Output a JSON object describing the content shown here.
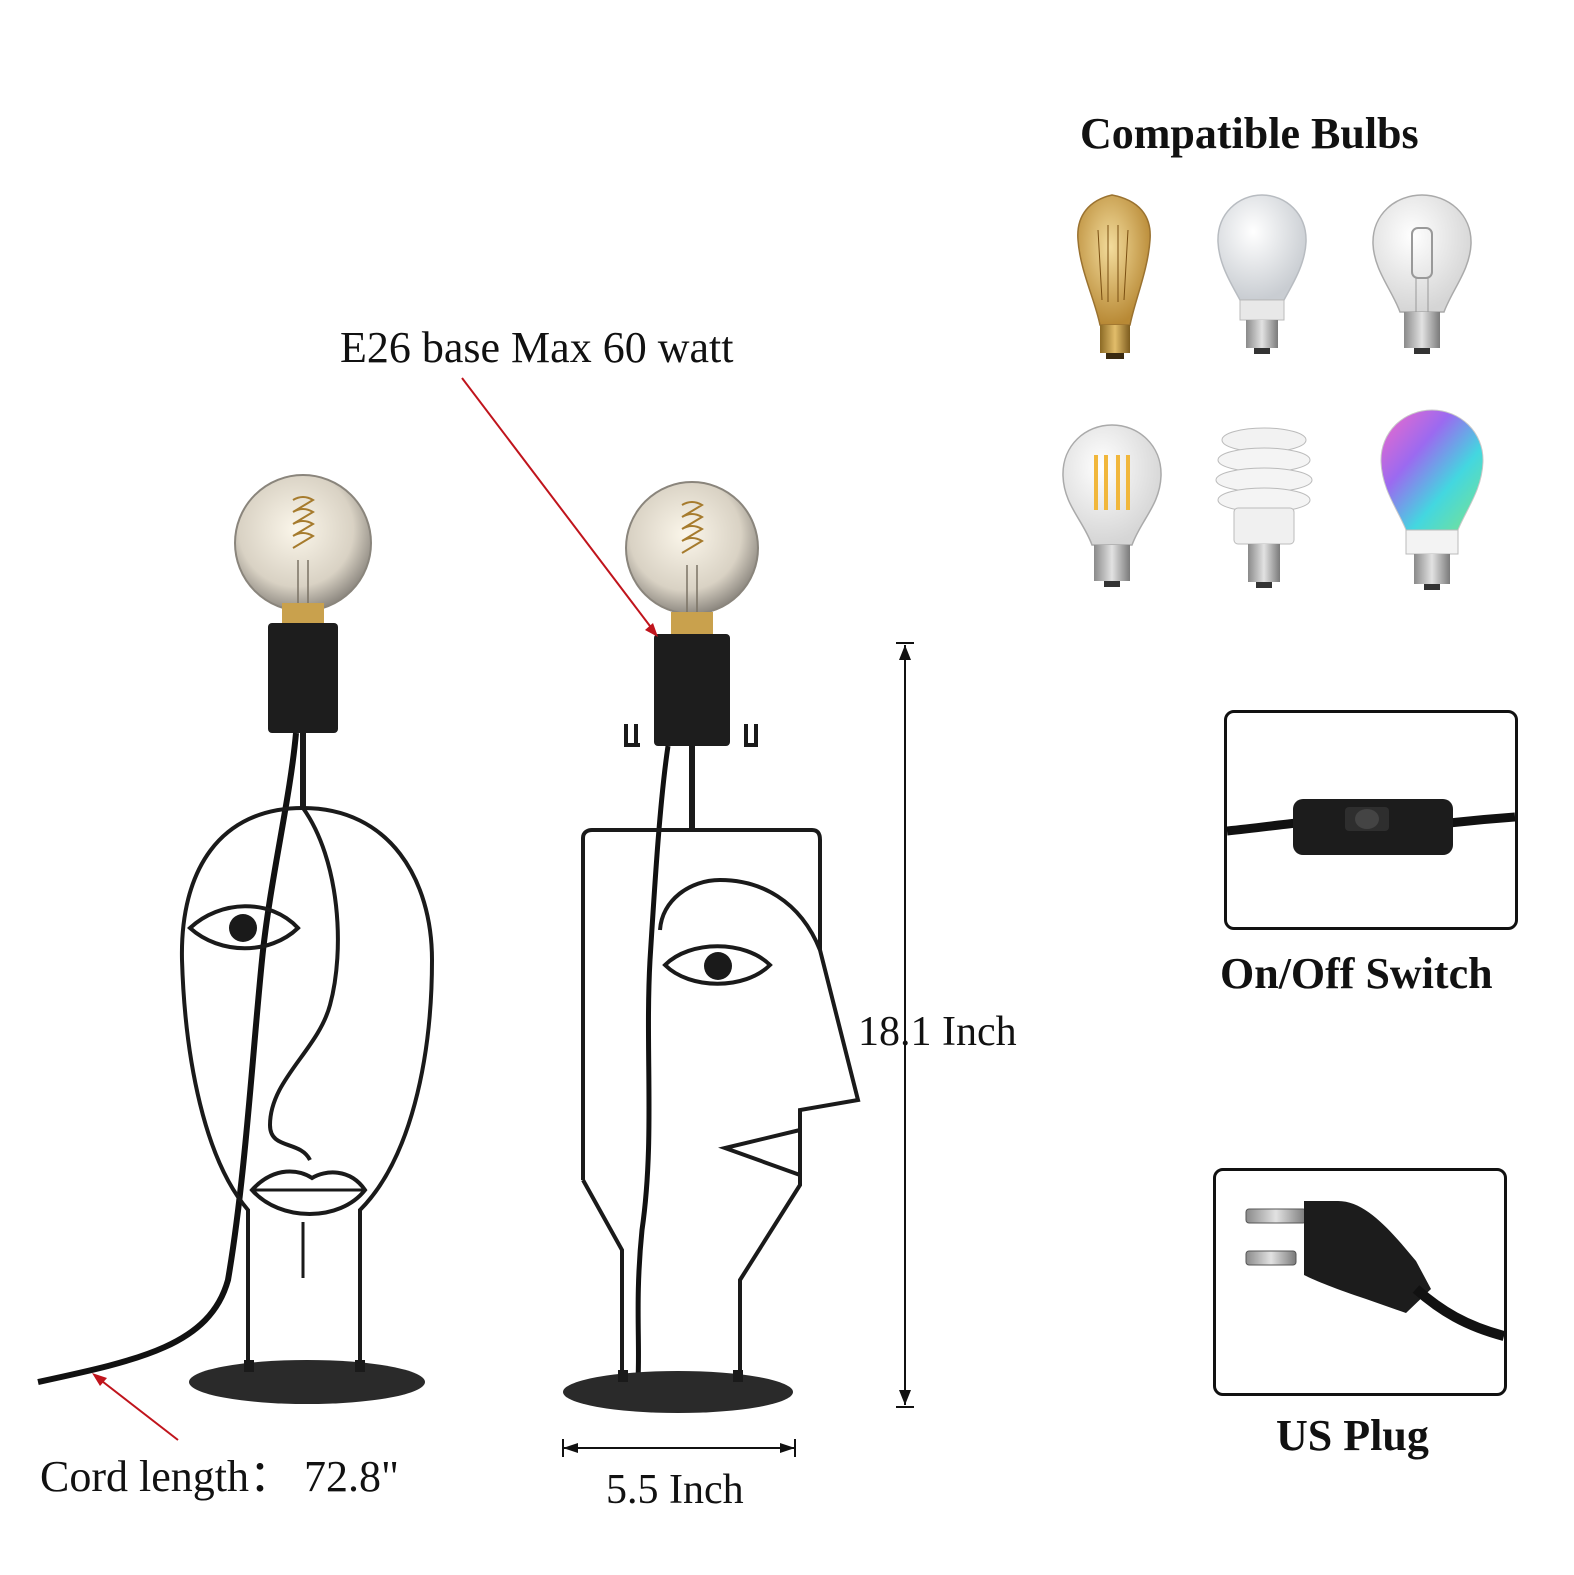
{
  "bulbs_section": {
    "title": "Compatible Bulbs",
    "bulbs": [
      {
        "icon": "edison-st64-bulb-icon"
      },
      {
        "icon": "led-a19-bulb-icon"
      },
      {
        "icon": "halogen-bulb-icon"
      },
      {
        "icon": "led-filament-bulb-icon"
      },
      {
        "icon": "cfl-spiral-bulb-icon"
      },
      {
        "icon": "rgb-smart-bulb-icon"
      }
    ]
  },
  "annotations": {
    "socket": "E26 base Max 60 watt",
    "height": "18.1 Inch",
    "width": "5.5 Inch",
    "cord": "Cord length： 72.8\""
  },
  "features": {
    "switch_label": "On/Off Switch",
    "plug_label": "US Plug"
  },
  "colors": {
    "arrow_red": "#c0141c",
    "metal_black": "#1a1a1a",
    "brass": "#b8903a"
  }
}
